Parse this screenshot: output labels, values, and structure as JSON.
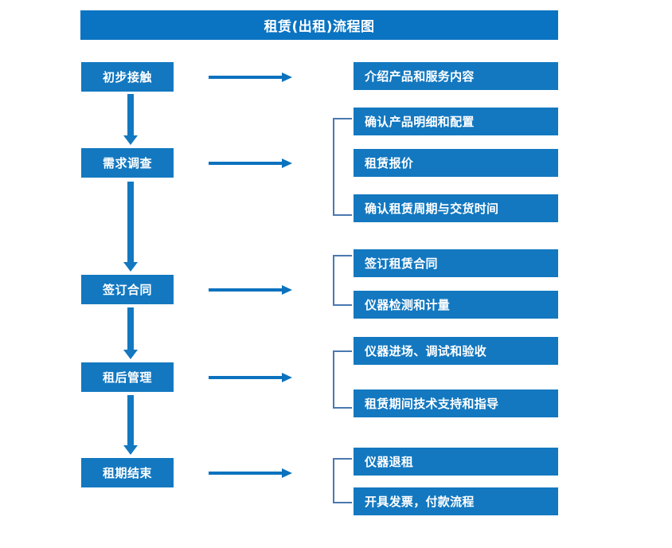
{
  "title": "租赁(出租)流程图",
  "accent_colors": {
    "box_blue": "#1378C0",
    "title_blue": "#0B74C2",
    "arrow_blue": "#0B72BE",
    "bracket_blue": "#4A78B0",
    "text_white": "#FFFFFF",
    "background": "#FFFFFF"
  },
  "stages": [
    {
      "label": "初步接触"
    },
    {
      "label": "需求调查"
    },
    {
      "label": "签订合同"
    },
    {
      "label": "租后管理"
    },
    {
      "label": "租期结束"
    }
  ],
  "details": [
    {
      "label": "介绍产品和服务内容"
    },
    {
      "label": "确认产品明细和配置"
    },
    {
      "label": "租赁报价"
    },
    {
      "label": "确认租赁周期与交货时间"
    },
    {
      "label": "签订租赁合同"
    },
    {
      "label": "仪器检测和计量"
    },
    {
      "label": "仪器进场、调试和验收"
    },
    {
      "label": "租赁期间技术支持和指导"
    },
    {
      "label": "仪器退租"
    },
    {
      "label": "开具发票，付款流程"
    }
  ],
  "groups": [
    {
      "stage": "需求调查",
      "members": [
        "确认产品明细和配置",
        "租赁报价",
        "确认租赁周期与交货时间"
      ]
    },
    {
      "stage": "签订合同",
      "members": [
        "签订租赁合同",
        "仪器检测和计量"
      ]
    },
    {
      "stage": "租后管理",
      "members": [
        "仪器进场、调试和验收",
        "租赁期间技术支持和指导"
      ]
    },
    {
      "stage": "租期结束",
      "members": [
        "仪器退租",
        "开具发票，付款流程"
      ]
    }
  ],
  "connectors": {
    "stage_flow_arrow": "down-arrow",
    "stage_to_detail_arrow": "right-arrow",
    "group_bracket": "bracket-connector"
  }
}
